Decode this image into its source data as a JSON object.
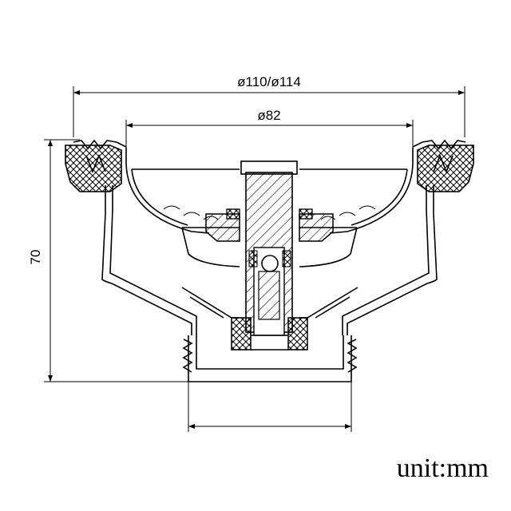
{
  "dimensions": {
    "outer_diameter": "ø110/ø114",
    "inner_diameter": "ø82",
    "height": "70"
  },
  "unit_label": "unit:mm"
}
